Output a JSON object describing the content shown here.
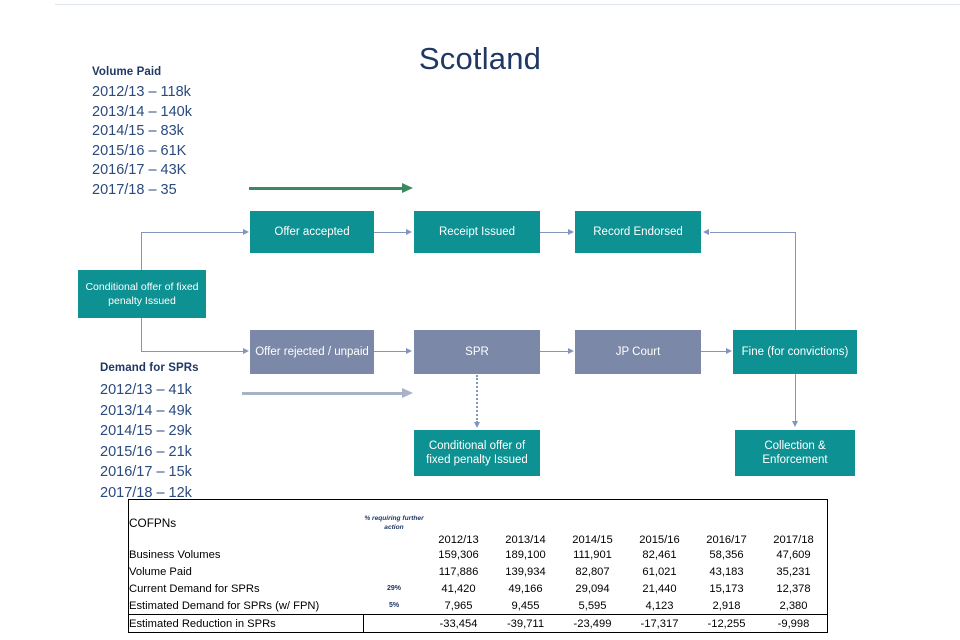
{
  "title": "Scotland",
  "stats": {
    "volume_paid": {
      "heading": "Volume Paid",
      "lines": [
        "2012/13 – 118k",
        "2013/14 – 140k",
        "2014/15 – 83k",
        "2015/16 – 61K",
        "2016/17 – 43K",
        "2017/18 – 35"
      ]
    },
    "demand_for_sprs": {
      "heading": "Demand for SPRs",
      "lines": [
        "2012/13 – 41k",
        "2013/14 – 49k",
        "2014/15 – 29k",
        "2015/16 – 21k",
        "2016/17 – 15k",
        "2017/18 – 12k"
      ]
    }
  },
  "flow": {
    "conditional_offer": "Conditional offer of fixed penalty Issued",
    "offer_accepted": "Offer accepted",
    "receipt_issued": "Receipt Issued",
    "record_endorsed": "Record Endorsed",
    "offer_rejected": "Offer rejected / unpaid",
    "spr": "SPR",
    "jp_court": "JP Court",
    "fine": "Fine (for convictions)",
    "collection_enforcement": "Collection & Enforcement",
    "conditional_offer_2": "Conditional offer of fixed penalty Issued"
  },
  "colors": {
    "teal": "#0d9193",
    "slate": "#7b88a8",
    "connector": "#8296bd",
    "green_arrow": "#3a8a60",
    "grey_arrow": "#a9b2c6",
    "title_navy": "#1f3864"
  },
  "table": {
    "corner_header": "COFPNs",
    "pct_header": "% requiring further action",
    "years": [
      "2012/13",
      "2013/14",
      "2014/15",
      "2015/16",
      "2016/17",
      "2017/18"
    ],
    "rows": [
      {
        "label": "Business Volumes",
        "pct": "",
        "values": [
          "159,306",
          "189,100",
          "111,901",
          "82,461",
          "58,356",
          "47,609"
        ]
      },
      {
        "label": "Volume Paid",
        "pct": "",
        "values": [
          "117,886",
          "139,934",
          "82,807",
          "61,021",
          "43,183",
          "35,231"
        ]
      },
      {
        "label": "Current Demand for SPRs",
        "pct": "29%",
        "values": [
          "41,420",
          "49,166",
          "29,094",
          "21,440",
          "15,173",
          "12,378"
        ]
      },
      {
        "label": "Estimated Demand for SPRs (w/ FPN)",
        "pct": "5%",
        "values": [
          "7,965",
          "9,455",
          "5,595",
          "4,123",
          "2,918",
          "2,380"
        ]
      }
    ],
    "total_row": {
      "label": "Estimated Reduction in SPRs",
      "pct": "",
      "values": [
        "-33,454",
        "-39,711",
        "-23,499",
        "-17,317",
        "-12,255",
        "-9,998"
      ]
    }
  }
}
